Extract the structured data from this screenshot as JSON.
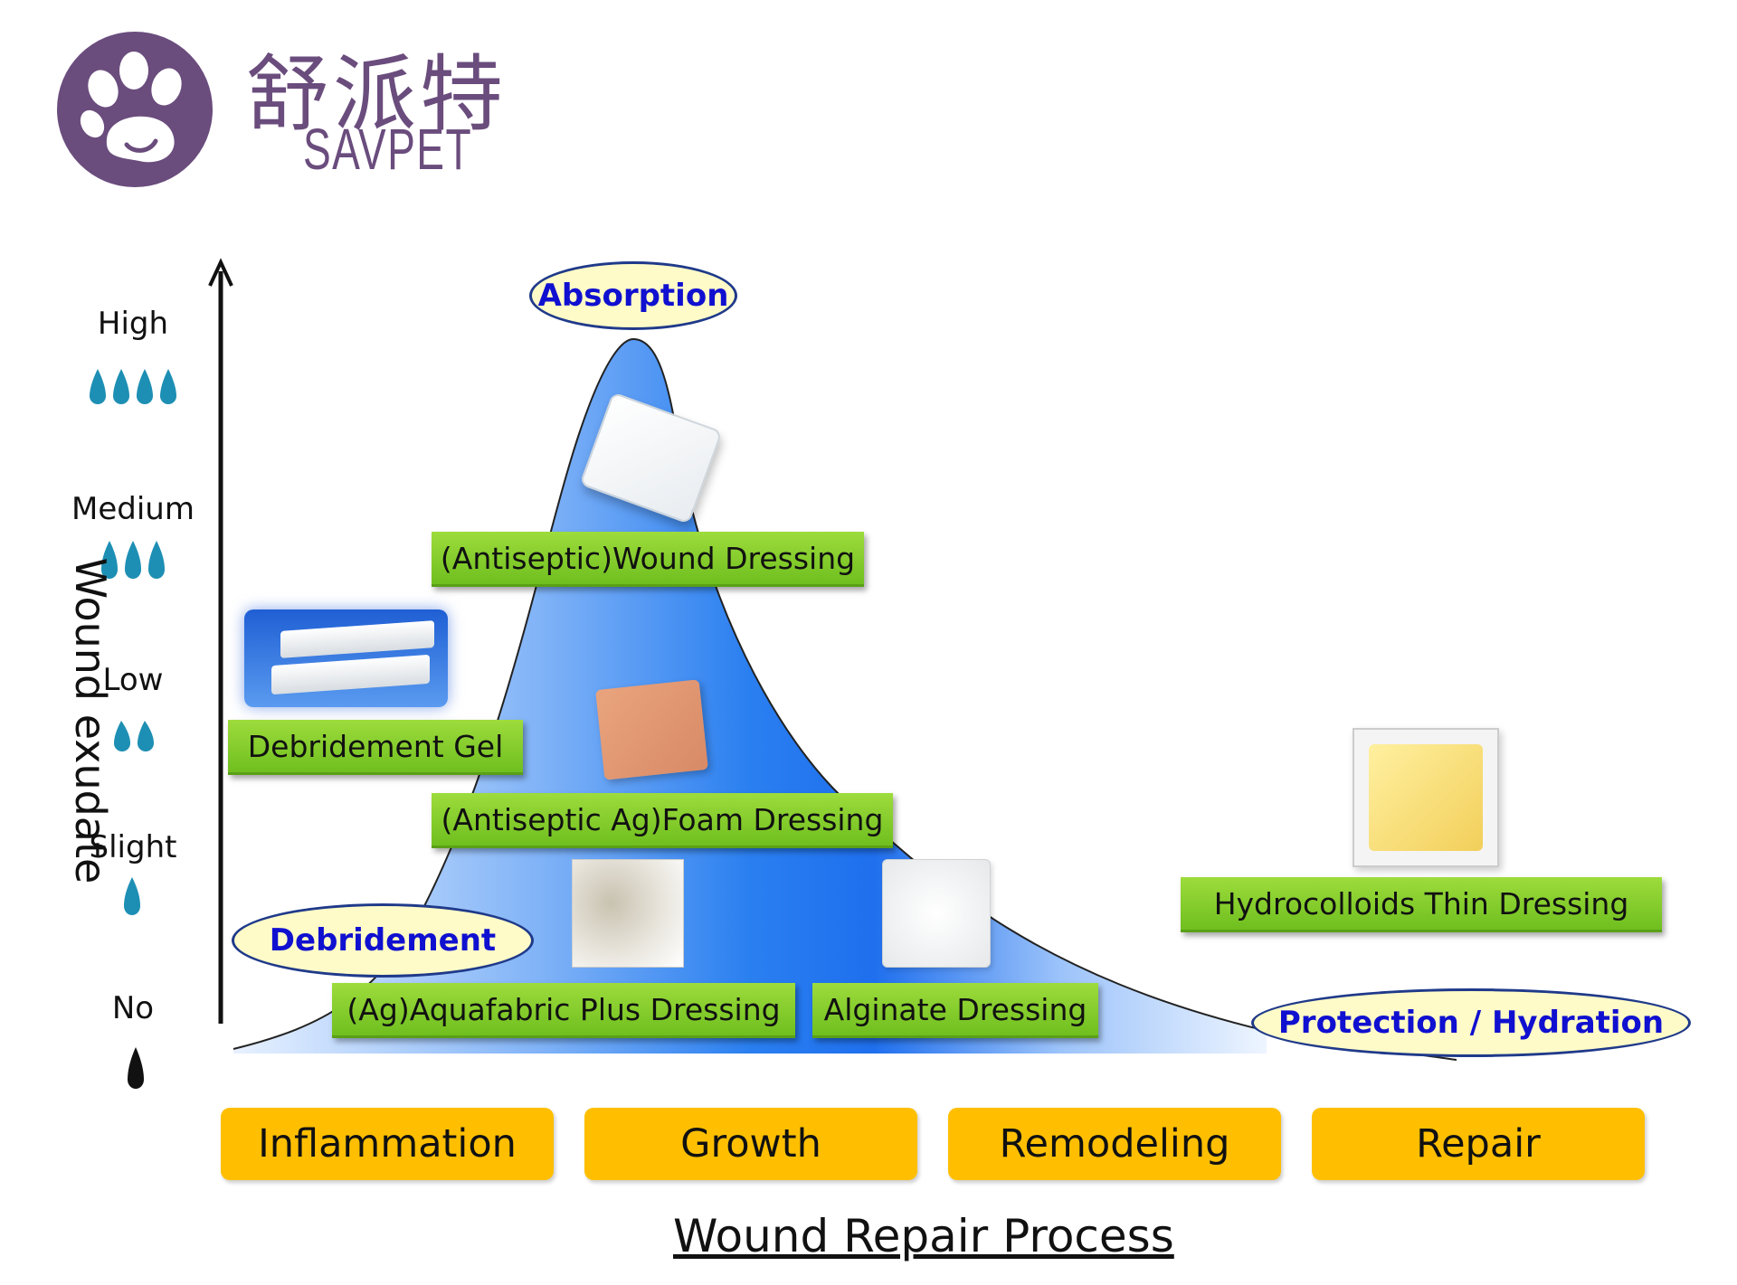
{
  "brand": {
    "name_cn": "舒派特",
    "name_en": "SAVPET",
    "logo_icon": "paw-print-icon",
    "color": "#6a4c7d"
  },
  "y_axis": {
    "title": "Wound exudate",
    "levels": [
      {
        "label": "High",
        "drops": 4
      },
      {
        "label": "Medium",
        "drops": 3
      },
      {
        "label": "Low",
        "drops": 2
      },
      {
        "label": "Slight",
        "drops": 1
      },
      {
        "label": "No",
        "drops": 1
      }
    ]
  },
  "functions": {
    "absorption": "Absorption",
    "debridement": "Debridement",
    "protection": "Protection / Hydration"
  },
  "products": {
    "wound_dressing": "(Antiseptic)Wound Dressing",
    "debridement_gel": "Debridement Gel",
    "foam_dressing": "(Antiseptic Ag)Foam Dressing",
    "aquafabric": "(Ag)Aquafabric Plus Dressing",
    "alginate": "Alginate Dressing",
    "hydrocolloids": "Hydrocolloids Thin  Dressing"
  },
  "phases": [
    "Inflammation",
    "Growth",
    "Remodeling",
    "Repair"
  ],
  "x_axis_title": "Wound Repair Process",
  "colors": {
    "label_green": "#7ccb2a",
    "phase_yellow": "#ffbf00",
    "curve_blue": "#1e74f0",
    "ellipse_fill": "#fffbc8"
  }
}
